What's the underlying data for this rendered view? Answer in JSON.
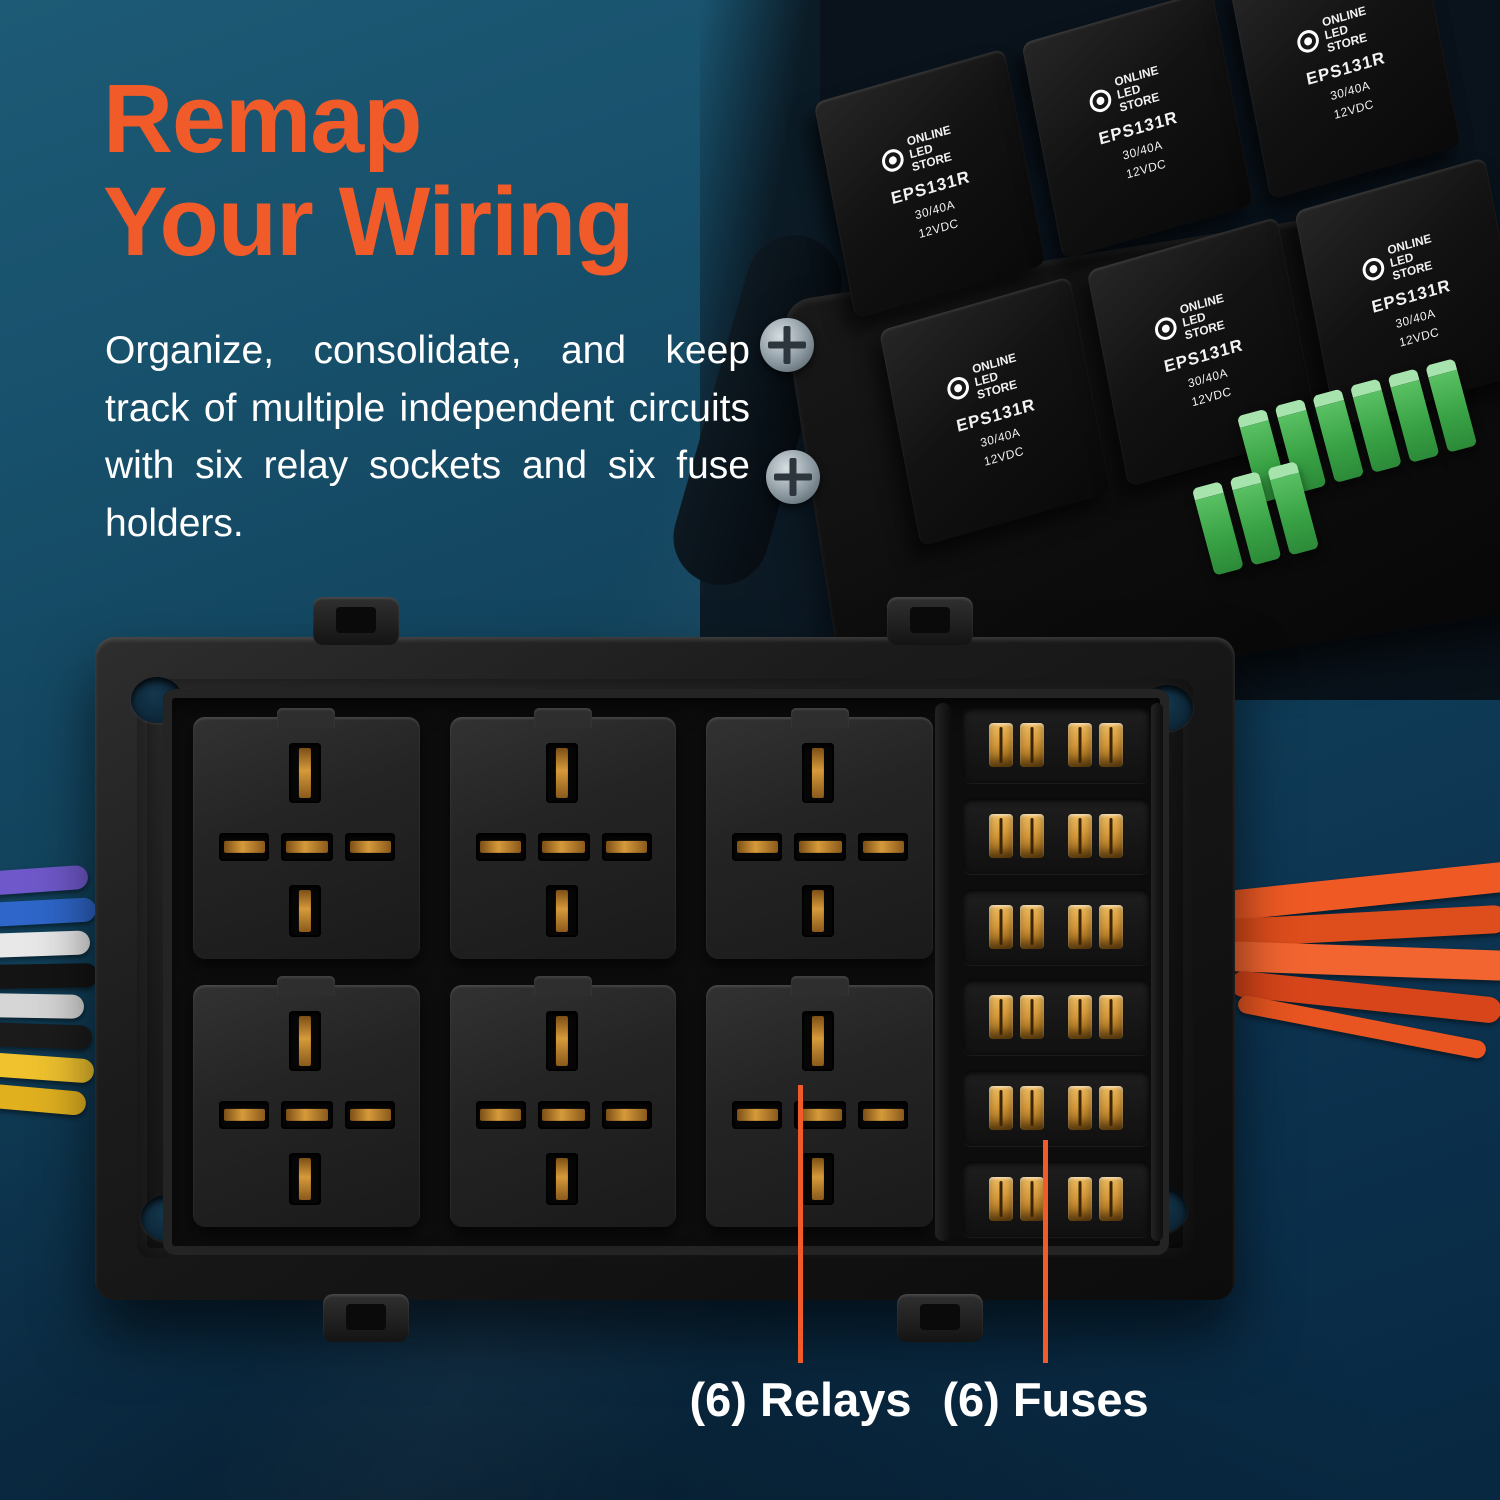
{
  "headline": {
    "line1": "Remap",
    "line2": "Your Wiring"
  },
  "body_text": "Organize, consolidate, and keep track of multiple independent circuits with six relay sockets and six fuse holders.",
  "relay_label": {
    "brand": "ONLINE LED STORE",
    "model": "EPS131R",
    "rating": "30/40A",
    "voltage": "12VDC"
  },
  "callouts": {
    "relays_label": "(6) Relays",
    "fuses_label": "(6) Fuses"
  },
  "colors": {
    "accent_orange": "#F15A29",
    "background_teal": "#14455E",
    "fuse_green": "#46B050",
    "brass_gold": "#C9912F",
    "text_white": "#FFFFFF"
  }
}
